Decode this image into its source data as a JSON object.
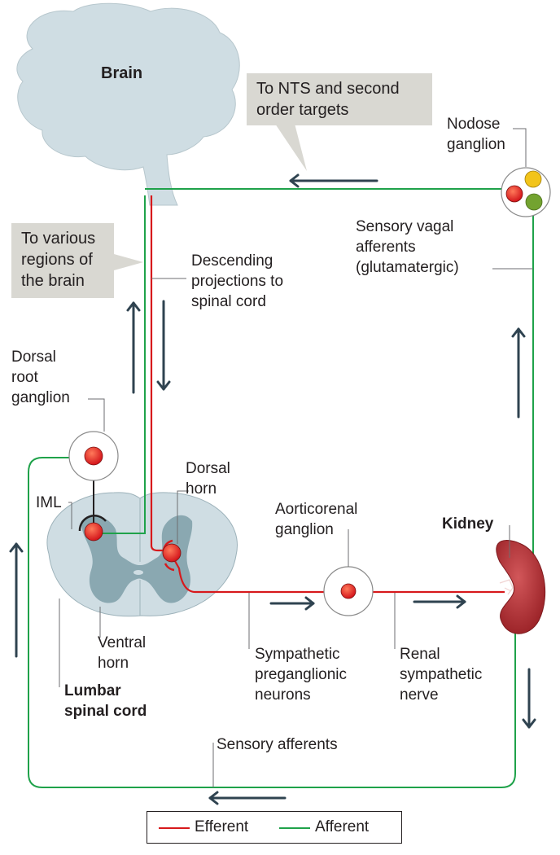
{
  "labels": {
    "brain": "Brain",
    "nts_callout": [
      "To NTS and second",
      "order targets"
    ],
    "brain_regions_callout": [
      "To various",
      "regions of",
      "the brain"
    ],
    "nodose_ganglion": [
      "Nodose",
      "ganglion"
    ],
    "sensory_vagal": [
      "Sensory vagal",
      "afferents",
      "(glutamatergic)"
    ],
    "descending": [
      "Descending",
      "projections to",
      "spinal cord"
    ],
    "dorsal_root_ganglion": [
      "Dorsal",
      "root",
      "ganglion"
    ],
    "dorsal_horn": [
      "Dorsal",
      "horn"
    ],
    "iml": "IML",
    "aorticorenal_ganglion": [
      "Aorticorenal",
      "ganglion"
    ],
    "kidney": "Kidney",
    "ventral_horn": [
      "Ventral",
      "horn"
    ],
    "lumbar_spinal_cord": [
      "Lumbar",
      "spinal cord"
    ],
    "sympathetic_preganglionic": [
      "Sympathetic",
      "preganglionic",
      "neurons"
    ],
    "renal_sympathetic": [
      "Renal",
      "sympathetic",
      "nerve"
    ],
    "sensory_afferents": "Sensory afferents"
  },
  "legend": {
    "efferent": "Efferent",
    "afferent": "Afferent"
  },
  "colors": {
    "efferent": "#d7191c",
    "afferent": "#1fa24a",
    "brain_fill": "#cfdde3",
    "spinal_fill": "#cfdde3",
    "grey_matter": "#8aa8b1",
    "kidney": "#b52a2f",
    "neuron": "#e2231a",
    "arrow": "#2f4350",
    "callout": "#d9d8d2"
  }
}
